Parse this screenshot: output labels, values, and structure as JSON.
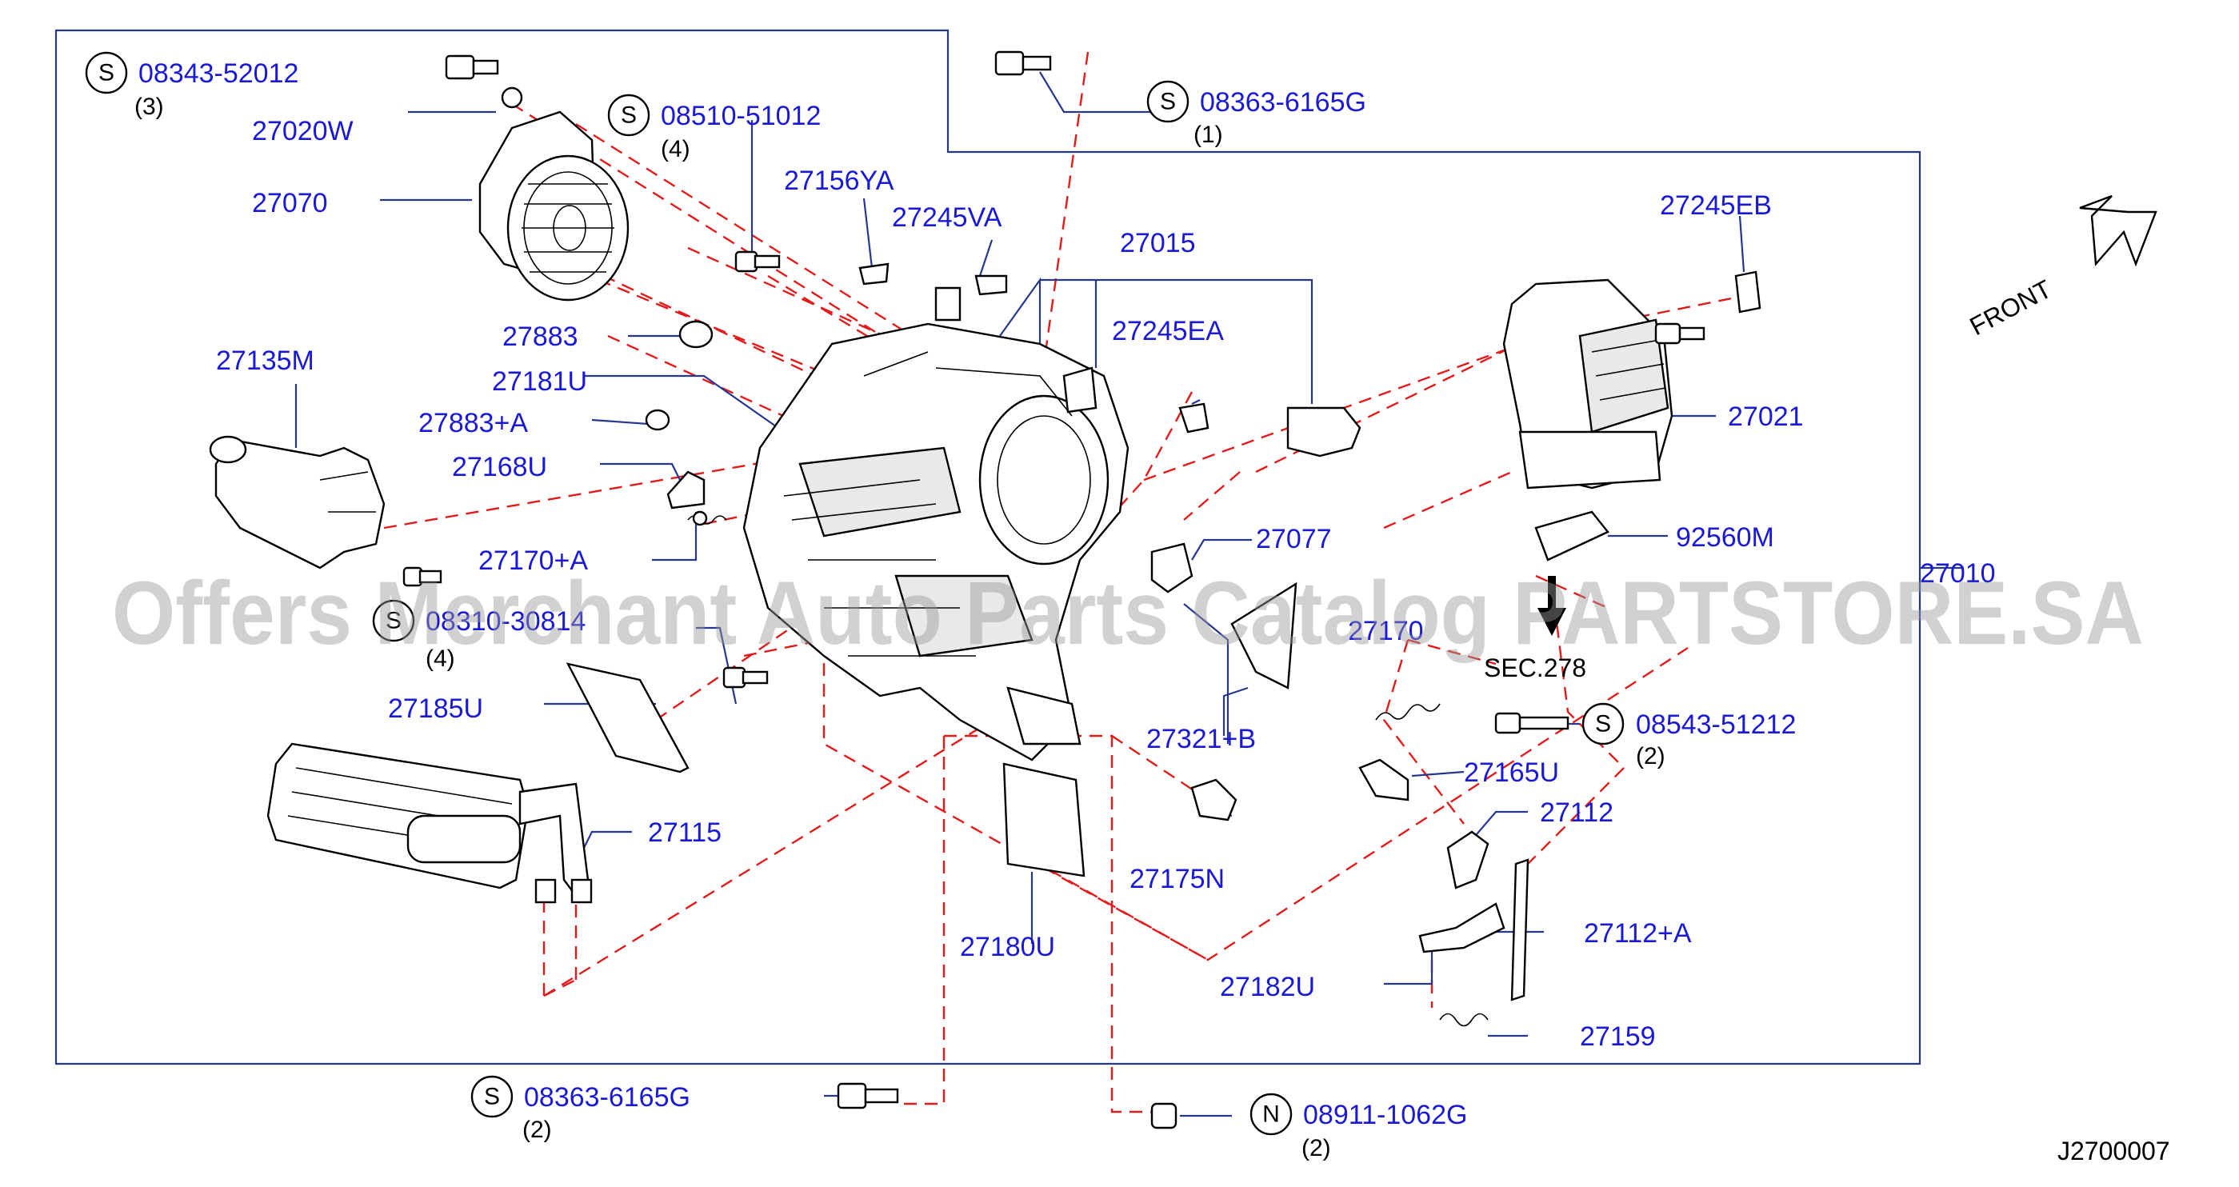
{
  "diagram": {
    "drawing_number": "J2700007",
    "front_label": "FRONT",
    "section_ref": "SEC.278",
    "watermark": "Offers Merchant Auto Parts Catalog PARTSTORE.SA",
    "part_numbers": {
      "p27015": "27015",
      "p27010": "27010",
      "p27020W": "27020W",
      "p27070": "27070",
      "p27156YA": "27156YA",
      "p27245VA": "27245VA",
      "p27883": "27883",
      "p27181U": "27181U",
      "p27883A": "27883+A",
      "p27168U": "27168U",
      "p27170A": "27170+A",
      "p27135M": "27135M",
      "p27185U": "27185U",
      "p27115": "27115",
      "p27180U": "27180U",
      "p27175N": "27175N",
      "p27182U": "27182U",
      "p27159": "27159",
      "p27112A": "27112+A",
      "p27112": "27112",
      "p27165U": "27165U",
      "p27170": "27170",
      "p27321B": "27321+B",
      "p27077": "27077",
      "p27245EA": "27245EA",
      "p27245EB": "27245EB",
      "p27021": "27021",
      "p92560M": "92560M"
    },
    "std_parts": [
      {
        "mark": "S",
        "number": "08343-52012",
        "qty": "(3)"
      },
      {
        "mark": "S",
        "number": "08510-51012",
        "qty": "(4)"
      },
      {
        "mark": "S",
        "number": "08363-6165G",
        "qty": "(1)"
      },
      {
        "mark": "S",
        "number": "08310-30814",
        "qty": "(4)"
      },
      {
        "mark": "S",
        "number": "08543-51212",
        "qty": "(2)"
      },
      {
        "mark": "S",
        "number": "08363-6165G",
        "qty": "(2)"
      },
      {
        "mark": "N",
        "number": "08911-1062G",
        "qty": "(2)"
      }
    ]
  }
}
